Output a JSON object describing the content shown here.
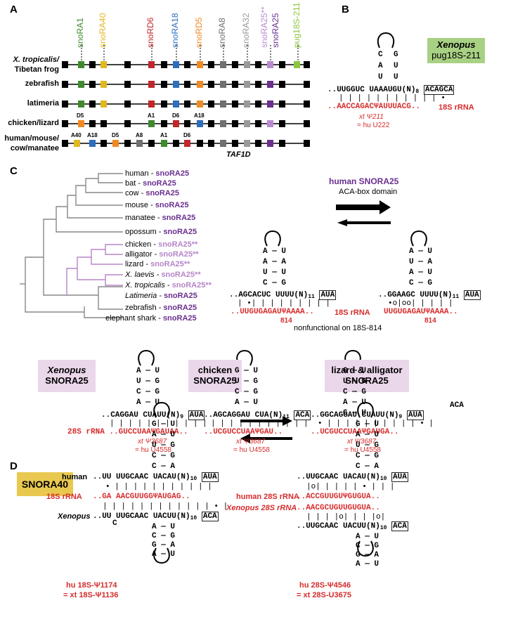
{
  "panels": {
    "a": "A",
    "b": "B",
    "c": "C",
    "d": "D"
  },
  "colors": {
    "red": "#d62c2c",
    "snora1": "#3f8a2e",
    "snora40": "#e0b81f",
    "snord6": "#c0272d",
    "snora18": "#2e6ebb",
    "snord5": "#f08a24",
    "snora8": "#707070",
    "snora32": "#9a9a9a",
    "snora25_star": "#b88ad1",
    "snora25": "#6a2f8f",
    "pug": "#8cc63f",
    "purple_box": "#ead7ea",
    "green_box": "#a8d183",
    "yellow_box": "#e9c84f",
    "light_purple": "#b685c8"
  },
  "panelA": {
    "genes": [
      "snoRA1",
      "snoRA40",
      "snoRD6",
      "snoRA18",
      "snoRD5",
      "snoRA8",
      "snoRA32",
      "snoRA25**",
      "snoRA25",
      "pug18S-211"
    ],
    "species": [
      "X. tropicalis/",
      "Tibetan frog",
      "zebrafish",
      "latimeria",
      "chicken/lizard",
      "human/mouse/",
      "cow/manatee"
    ],
    "chicken_labels": [
      "D5",
      "A1",
      "D6",
      "A18"
    ],
    "human_labels": [
      "A40",
      "A18",
      "D5",
      "A8",
      "A1",
      "D6"
    ],
    "gene": "TAF1D"
  },
  "panelB": {
    "title1": "Xenopus",
    "title2": "pug18S-211",
    "loop": [
      "C",
      "A",
      "U"
    ],
    "loop_r": [
      "G",
      "U",
      "U"
    ],
    "seq_top": "..UUGGUC  UAAAUGU(N)",
    "sub": "8",
    "tag": "ACAGCA",
    "pairs": "| | | | |   | | | | | | •",
    "seq_bot": "..AACCAGACΨAUUUACG..",
    "rrna": "18S rRNA",
    "note1": "xt Ψ211",
    "note2": "= hu U222"
  },
  "panelC": {
    "tree": [
      "human - ",
      "bat - ",
      "cow - ",
      "mouse - ",
      "manatee - ",
      "opossum - ",
      "chicken - ",
      "alligator - ",
      "lizard - ",
      "X. laevis - ",
      "X. tropicalis - ",
      "Latimeria - ",
      "zebrafish - ",
      "elephant shark - "
    ],
    "snora": "snoRA25",
    "snora_star": "snoRA25**",
    "human_title1": "human SNORA25",
    "human_title2": "ACA-box domain",
    "left_stem": [
      "A — U",
      "A — A",
      "U — U",
      "C — G"
    ],
    "right_stem": [
      "A — U",
      "U — A",
      "A — U",
      "C — G"
    ],
    "left_seq": "..AGCACUC   UUUU(N)",
    "left_sub": "11",
    "left_tag": "AUA",
    "left_pairs": "| •|  | | | |     | | | |",
    "left_rrna": "..UUGUGAGAUΨAAAA..",
    "left_num": "814",
    "mid_rrna": "18S rRNA",
    "right_seq": "..GGAAGC   UUUU(N)",
    "right_sub": "11",
    "right_tag": "AUA",
    "right_pairs": "•o|oo|     | | | |",
    "right_rrna": "UUGUGAGAUΨAAAA..",
    "right_num": "814",
    "nonfunc": "nonfunctional on 18S-814",
    "xen1": "Xenopus",
    "xen2": "SNORA25",
    "chk1": "chicken",
    "chk2": "SNORA25",
    "liz1": "lizard & alligator",
    "liz2": "SNORA25",
    "xen_stem": [
      "A — U",
      "U — G",
      "C — G",
      "A — U"
    ],
    "chk_stem": [
      "G — U",
      "U — G",
      "C — G",
      "A — U"
    ],
    "liz_stem": [
      "G — U",
      "U — G",
      "C — G",
      "A — U",
      "G — U"
    ],
    "xen_seq": "..CAGGAU  CUAUU(N)",
    "xen_sub": "9",
    "xen_tag": "AUA",
    "xen_pairs": "| | | | | |    | | | | |",
    "xen_rrna": "28S rRNA  ..GUCCUAAΨGAUAA..",
    "chk_seq": "..AGCAGGAU  CUA(N)",
    "chk_sub": "11",
    "chk_tag": "ACA",
    "chk_pairs": "| | | | | | | |    | | |",
    "chk_rrna": "..UCGUCCUAAΨGAU..",
    "liz_seq": "..GGCAGGAU  CUAUU(N)",
    "liz_sub": "9",
    "liz_tag": "AUA",
    "liz_aca": "ACA",
    "liz_pairs": "• | | | | | | |    | | | • |",
    "liz_rrna": "..UCGUCCUAAΨGAUGA..",
    "n1": "xt Ψ3687",
    "n2": "= hu U4558"
  },
  "panelD": {
    "title": "SNORA40",
    "stem_top": [
      "G — U",
      "A — U",
      "U — G",
      "C — G",
      "C — A"
    ],
    "human": "human",
    "xenopus": "Xenopus",
    "h_seq": "..UU UUGCAAC   UACAU(N)",
    "h_sub": "10",
    "h_tag": "AUA",
    "p1": "• | | | | | | |      | | | |",
    "rrna_label": "18S rRNA",
    "rrna": "..GA AACGUUGGΨAUGAG..",
    "p2": "| | | | | | | | |      | | | • |",
    "x_seq": "..UU UUGCAAC   UACUU(N)",
    "x_sub": "10",
    "x_tag": "ACA",
    "x_c": "C",
    "stem_bot": [
      "A — U",
      "C — G",
      "G — A",
      "A — U"
    ],
    "note1": "hu 18S-Ψ1174",
    "note2": "= xt 18S-Ψ1136",
    "r_stem": [
      "G — U",
      "A — U",
      "U — G",
      "C — G",
      "C — A"
    ],
    "r_h_seq": "..UUGCAAC   UACAU(N)",
    "r_h_sub": "10",
    "r_h_tag": "AUA",
    "r_p1": "|o| | | | |      • | | |",
    "r_hlab": "human 28S rRNA",
    "r_hr": "..ACCGUUGUΨGUGUA..",
    "r_xlab": "Xenopus 28S rRNA",
    "r_xr": "..AACGCUGUUGUGUA..",
    "r_p2": "| | | |o| |      | |o|",
    "r_x_seq": "..UUGCAAC   UACUU(N)",
    "r_x_sub": "10",
    "r_x_tag": "ACA",
    "r_stem_bot": [
      "A — U",
      "C — G",
      "G — A",
      "A — U"
    ],
    "rn1": "hu 28S-Ψ4546",
    "rn2": "= xt 28S-U3675"
  }
}
